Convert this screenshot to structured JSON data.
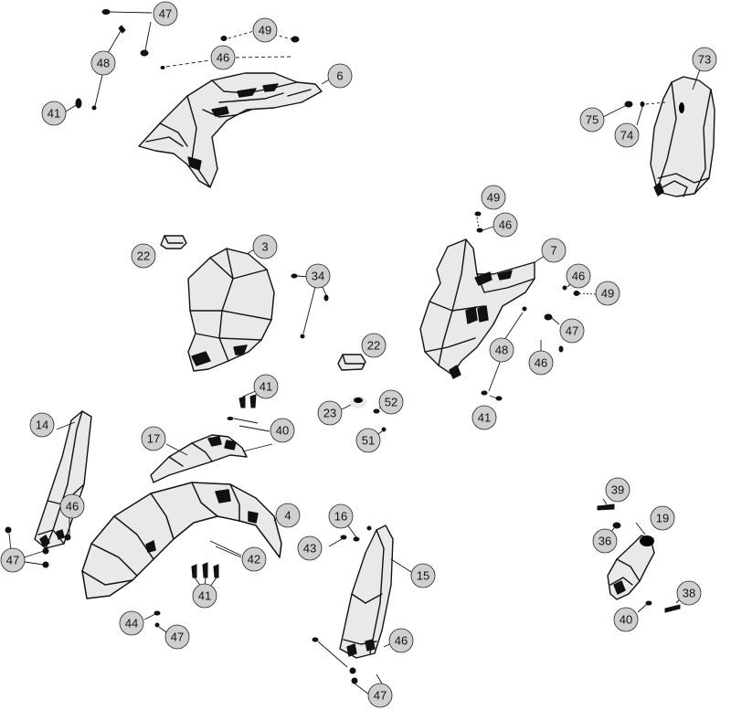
{
  "callouts": {
    "c47a": "47",
    "c49a": "49",
    "c48a": "48",
    "c46a": "46",
    "c6": "6",
    "c41a": "41",
    "c73": "73",
    "c75": "75",
    "c74": "74",
    "c49b": "49",
    "c46b": "46",
    "c22a": "22",
    "c3": "3",
    "c7": "7",
    "c34": "34",
    "c46c": "46",
    "c49c": "49",
    "c47b": "47",
    "c48b": "48",
    "c46d": "46",
    "c41b": "41",
    "c22b": "22",
    "c52": "52",
    "c23": "23",
    "c51": "51",
    "c41c": "41",
    "c40a": "40",
    "c14": "14",
    "c17": "17",
    "c46e": "46",
    "c47c": "47",
    "c4": "4",
    "c42": "42",
    "c41d": "41",
    "c16": "16",
    "c43": "43",
    "c15": "15",
    "c39": "39",
    "c19": "19",
    "c36": "36",
    "c38": "38",
    "c40b": "40",
    "c44": "44",
    "c47d": "47",
    "c46f": "46",
    "c47e": "47"
  }
}
